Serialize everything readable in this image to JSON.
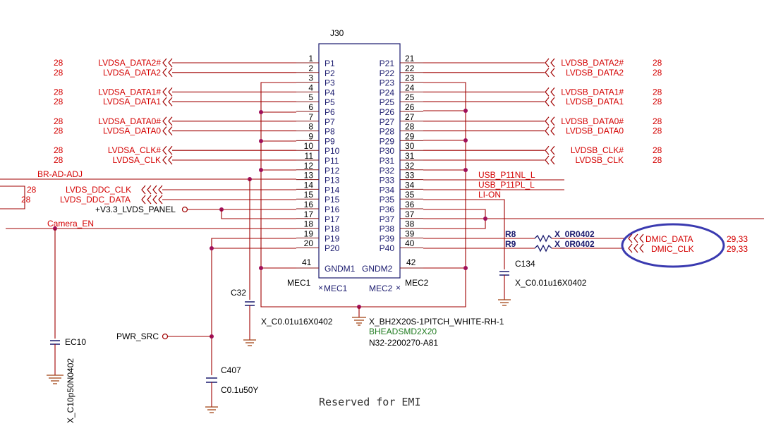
{
  "connector": {
    "refdes": "J30",
    "value": "X_BH2X20S-1PITCH_WHITE-RH-1",
    "footprint": "BHEADSMD2X20",
    "part_number": "N32-2200270-A81",
    "left_pins": [
      {
        "num": "1",
        "name": "P1"
      },
      {
        "num": "2",
        "name": "P2"
      },
      {
        "num": "3",
        "name": "P3"
      },
      {
        "num": "4",
        "name": "P4"
      },
      {
        "num": "5",
        "name": "P5"
      },
      {
        "num": "6",
        "name": "P6"
      },
      {
        "num": "7",
        "name": "P7"
      },
      {
        "num": "8",
        "name": "P8"
      },
      {
        "num": "9",
        "name": "P9"
      },
      {
        "num": "10",
        "name": "P10"
      },
      {
        "num": "11",
        "name": "P11"
      },
      {
        "num": "12",
        "name": "P12"
      },
      {
        "num": "13",
        "name": "P13"
      },
      {
        "num": "14",
        "name": "P14"
      },
      {
        "num": "15",
        "name": "P15"
      },
      {
        "num": "16",
        "name": "P16"
      },
      {
        "num": "17",
        "name": "P17"
      },
      {
        "num": "18",
        "name": "P18"
      },
      {
        "num": "19",
        "name": "P19"
      },
      {
        "num": "20",
        "name": "P20"
      }
    ],
    "right_pins": [
      {
        "num": "21",
        "name": "P21"
      },
      {
        "num": "22",
        "name": "P22"
      },
      {
        "num": "23",
        "name": "P23"
      },
      {
        "num": "24",
        "name": "P24"
      },
      {
        "num": "25",
        "name": "P25"
      },
      {
        "num": "26",
        "name": "P26"
      },
      {
        "num": "27",
        "name": "P27"
      },
      {
        "num": "28",
        "name": "P28"
      },
      {
        "num": "29",
        "name": "P29"
      },
      {
        "num": "30",
        "name": "P30"
      },
      {
        "num": "31",
        "name": "P31"
      },
      {
        "num": "32",
        "name": "P32"
      },
      {
        "num": "33",
        "name": "P33"
      },
      {
        "num": "34",
        "name": "P34"
      },
      {
        "num": "35",
        "name": "P35"
      },
      {
        "num": "36",
        "name": "P36"
      },
      {
        "num": "37",
        "name": "P37"
      },
      {
        "num": "38",
        "name": "P38"
      },
      {
        "num": "39",
        "name": "P39"
      },
      {
        "num": "40",
        "name": "P40"
      }
    ],
    "gnd_left": {
      "num": "41",
      "name": "GNDM1"
    },
    "gnd_right": {
      "num": "42",
      "name": "GNDM2"
    },
    "mec1": {
      "outer": "MEC1",
      "inner": "MEC1"
    },
    "mec2": {
      "outer": "MEC2",
      "inner": "MEC2"
    }
  },
  "left_nets": [
    {
      "ref": "28",
      "name": "LVDSA_DATA2#"
    },
    {
      "ref": "28",
      "name": "LVDSA_DATA2"
    },
    {
      "ref": "28",
      "name": "LVDSA_DATA1#"
    },
    {
      "ref": "28",
      "name": "LVDSA_DATA1"
    },
    {
      "ref": "28",
      "name": "LVDSA_DATA0#"
    },
    {
      "ref": "28",
      "name": "LVDSA_DATA0"
    },
    {
      "ref": "28",
      "name": "LVDSA_CLK#"
    },
    {
      "ref": "28",
      "name": "LVDSA_CLK"
    }
  ],
  "right_nets": [
    {
      "ref": "28",
      "name": "LVDSB_DATA2#"
    },
    {
      "ref": "28",
      "name": "LVDSB_DATA2"
    },
    {
      "ref": "28",
      "name": "LVDSB_DATA1#"
    },
    {
      "ref": "28",
      "name": "LVDSB_DATA1"
    },
    {
      "ref": "28",
      "name": "LVDSB_DATA0#"
    },
    {
      "ref": "28",
      "name": "LVDSB_DATA0"
    },
    {
      "ref": "28",
      "name": "LVDSB_CLK#"
    },
    {
      "ref": "28",
      "name": "LVDSB_CLK"
    }
  ],
  "misc_nets": {
    "br_ad_adj": "BR-AD-ADJ",
    "ddc_clk": "LVDS_DDC_CLK",
    "ddc_clk_ref": "28",
    "ddc_data": "LVDS_DDC_DATA",
    "ddc_data_ref": "28",
    "panel_power": "+V3.3_LVDS_PANEL",
    "camera_en": "Camera_EN",
    "pwr_src": "PWR_SRC",
    "usb_nl": "USB_P11NL_L",
    "usb_pl": "USB_P11PL_L",
    "li_on": "LI-ON",
    "dmic_data": "DMIC_DATA",
    "dmic_data_ref": "29,33",
    "dmic_clk": "DMIC_CLK",
    "dmic_clk_ref": "29,33"
  },
  "components": {
    "c32": {
      "ref": "C32",
      "value": "X_C0.01u16X0402"
    },
    "c134": {
      "ref": "C134",
      "value": "X_C0.01u16X0402"
    },
    "r8": {
      "ref": "R8",
      "value": "X_0R0402"
    },
    "r9": {
      "ref": "R9",
      "value": "X_0R0402"
    },
    "ec10": {
      "ref": "EC10",
      "value": "X_C10p50N0402"
    },
    "c407": {
      "ref": "C407",
      "value": "C0.1u50Y"
    }
  },
  "note": "Reserved for EMI",
  "colors": {
    "net_label": "#d40000",
    "wire": "#a00000",
    "component": "#1a1a6e",
    "junction": "#a0105a",
    "footprint_text": "#1d7a1d",
    "highlight": "#3a3ab0"
  }
}
